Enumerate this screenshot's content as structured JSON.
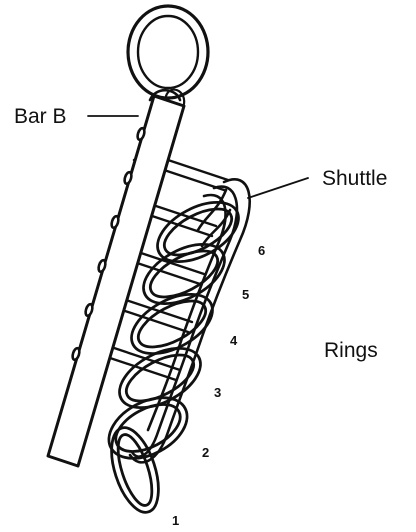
{
  "labels": {
    "bar_b": "Bar B",
    "shuttle": "Shuttle",
    "rings": "Rings"
  },
  "ring_numbers": [
    "1",
    "2",
    "3",
    "4",
    "5",
    "6"
  ],
  "colors": {
    "ink": "#111111",
    "fill": "#ffffff"
  }
}
